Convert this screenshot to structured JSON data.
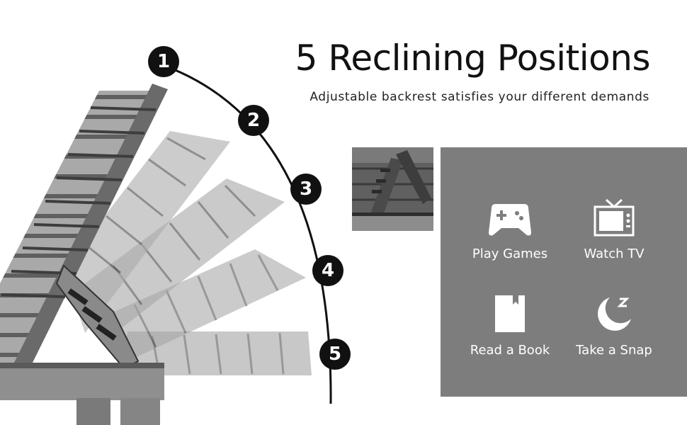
{
  "headline": "5 Reclining Positions",
  "subheadline": "Adjustable backrest satisfies your different demands",
  "positions": [
    "1",
    "2",
    "3",
    "4",
    "5"
  ],
  "uses": [
    {
      "label": "Play Games",
      "icon": "gamepad-icon"
    },
    {
      "label": "Watch TV",
      "icon": "tv-icon"
    },
    {
      "label": "Read a Book",
      "icon": "book-icon"
    },
    {
      "label": "Take a Snap",
      "icon": "moon-sleep-icon"
    }
  ],
  "colors": {
    "panel": "#7d7d7d",
    "marker": "#111111",
    "text": "#111111",
    "icon": "#ffffff"
  }
}
